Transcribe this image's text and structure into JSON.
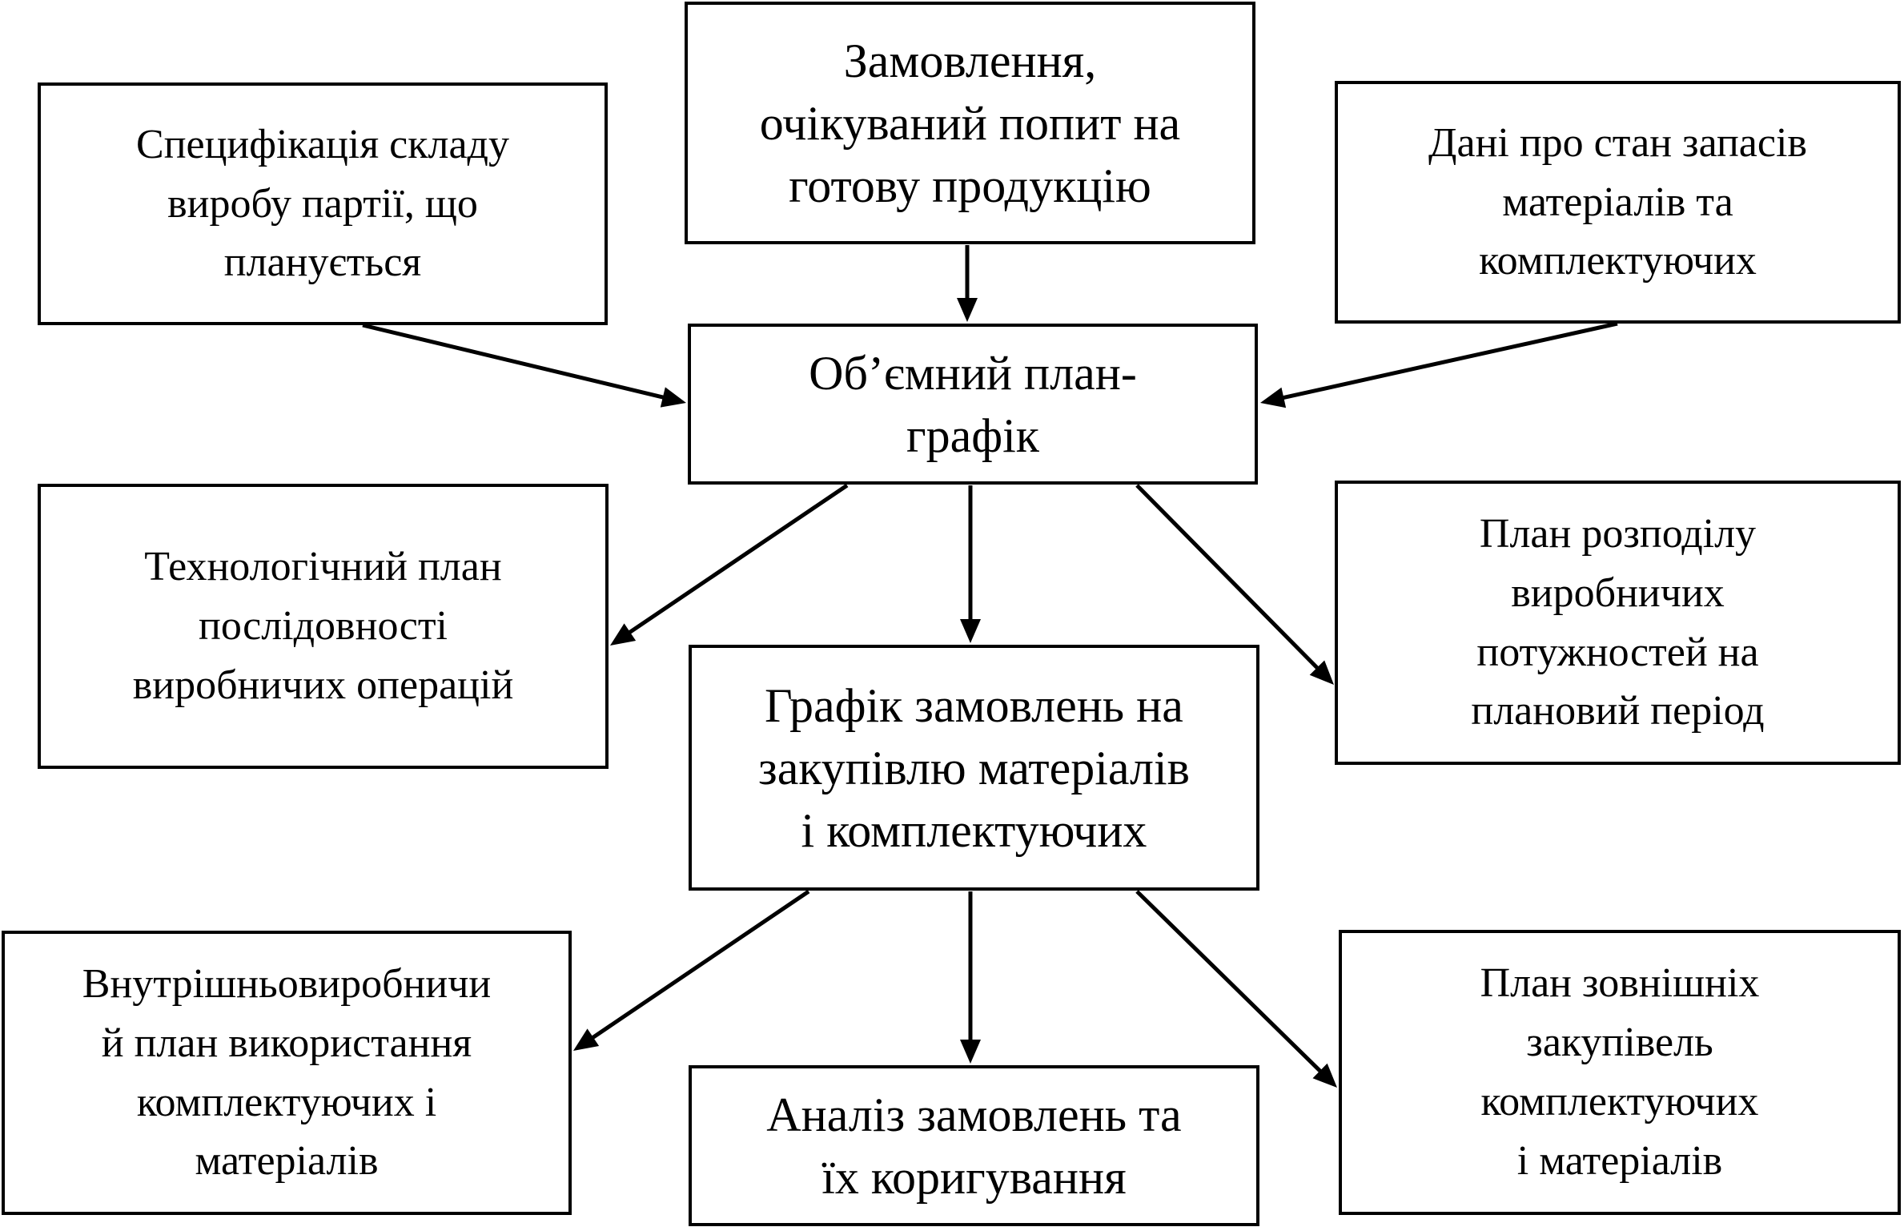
{
  "diagram": {
    "nodes": {
      "specification": {
        "text": "Специфікація складу\nвиробу партії, що\nпланується"
      },
      "orders": {
        "text": "Замовлення,\nочікуваний попит на\nготову продукцію"
      },
      "stock_data": {
        "text": "Дані про стан запасів\nматеріалів та\nкомплектуючих"
      },
      "volume_plan": {
        "text": "Об’ємний план-\nграфік"
      },
      "tech_plan": {
        "text": "Технологічний план\nпослідовності\nвиробничих операцій"
      },
      "capacity_plan": {
        "text": "План розподілу\nвиробничих\nпотужностей на\nплановий  період"
      },
      "purchase_schedule": {
        "text": "Графік замовлень на\nзакупівлю матеріалів\nі комплектуючих"
      },
      "internal_plan": {
        "text": "Внутрішньовиробничи\nй план використання\nкомплектуючих  і\nматеріалів"
      },
      "analysis": {
        "text": "Аналіз замовлень та\nїх коригування"
      },
      "external_plan": {
        "text": "План зовнішніх\nзакупівель\nкомплектуючих\nі матеріалів"
      }
    },
    "edges": [
      {
        "from": "orders",
        "to": "volume_plan"
      },
      {
        "from": "specification",
        "to": "volume_plan"
      },
      {
        "from": "stock_data",
        "to": "volume_plan"
      },
      {
        "from": "volume_plan",
        "to": "tech_plan"
      },
      {
        "from": "volume_plan",
        "to": "purchase_schedule"
      },
      {
        "from": "volume_plan",
        "to": "capacity_plan"
      },
      {
        "from": "purchase_schedule",
        "to": "internal_plan"
      },
      {
        "from": "purchase_schedule",
        "to": "analysis"
      },
      {
        "from": "purchase_schedule",
        "to": "external_plan"
      }
    ]
  }
}
